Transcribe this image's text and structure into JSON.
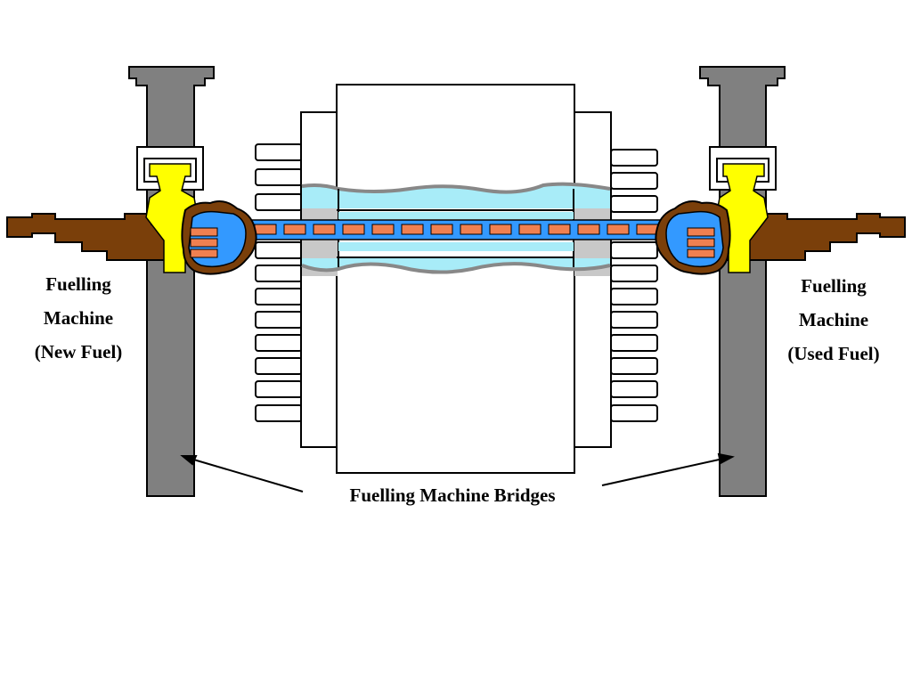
{
  "labels": {
    "left_machine": [
      "Fuelling",
      "Machine",
      "(New Fuel)"
    ],
    "right_machine": [
      "Fuelling",
      "Machine",
      "(Used Fuel)"
    ],
    "bridges": "Fuelling Machine Bridges"
  },
  "colors": {
    "bridge": "#808080",
    "arm": "#7a3f0a",
    "carriage": "#ffff00",
    "fuel_bundle": "#f08050",
    "coolant": "#3399ff",
    "moderator": "#a8ecf8",
    "end_shield": "#c8c8c8"
  }
}
